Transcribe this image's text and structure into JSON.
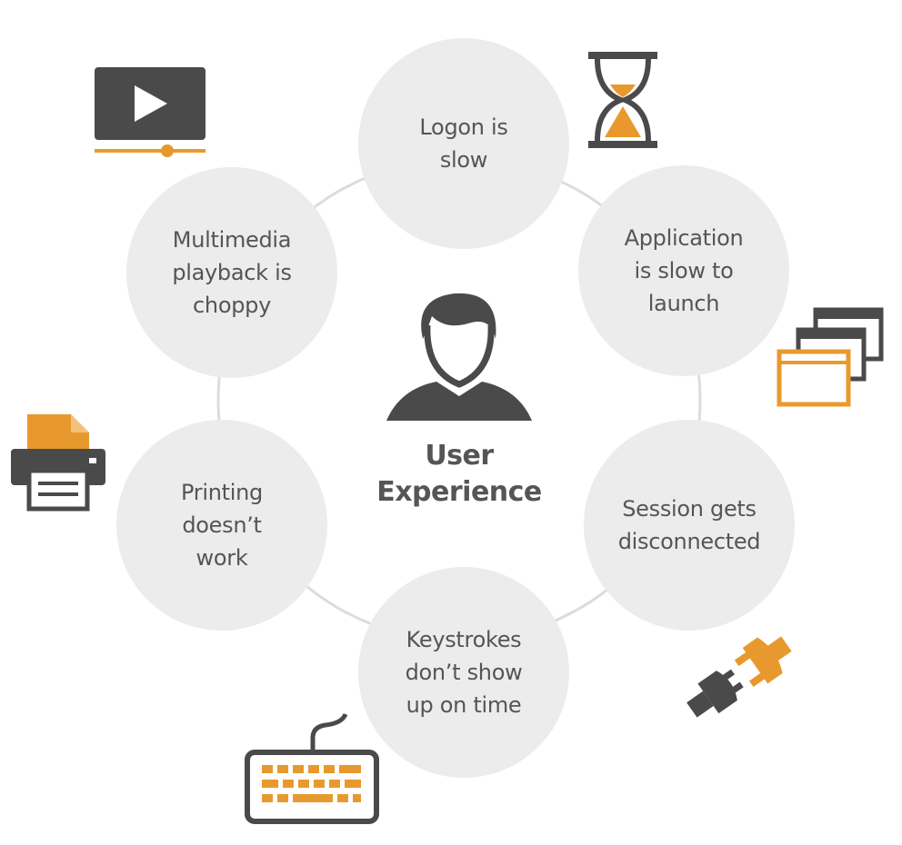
{
  "center": {
    "line1": "User",
    "line2": "Experience"
  },
  "issues": [
    {
      "label": "Logon is slow",
      "icon": "hourglass-icon"
    },
    {
      "label": "Application is slow to launch",
      "icon": "app-windows-icon"
    },
    {
      "label": "Session gets disconnected",
      "icon": "unplugged-icon"
    },
    {
      "label": "Keystrokes don’t show up on time",
      "icon": "keyboard-icon"
    },
    {
      "label": "Printing doesn’t work",
      "icon": "printer-icon"
    },
    {
      "label": "Multimedia playback is choppy",
      "icon": "video-player-icon"
    }
  ],
  "colors": {
    "circle": "#ececec",
    "text": "#555555",
    "accent": "#e8992e",
    "dark": "#4a4a4a",
    "ring": "#dddddd"
  }
}
